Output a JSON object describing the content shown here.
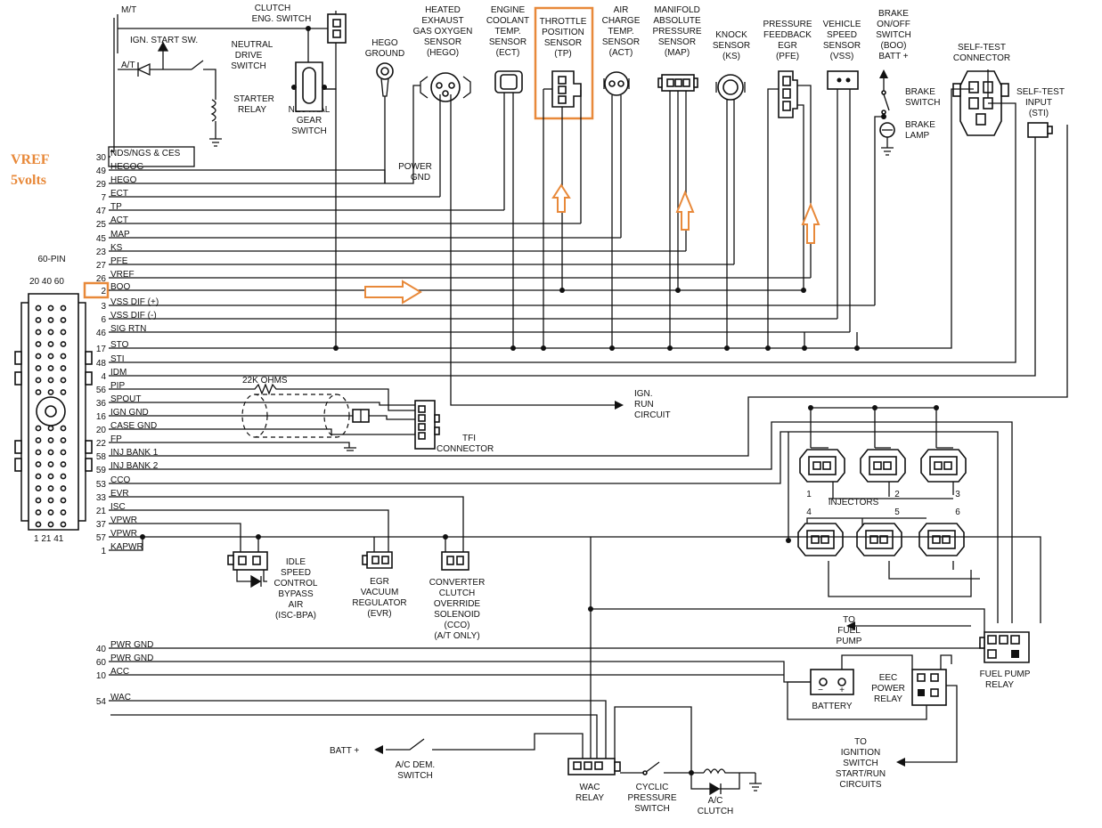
{
  "annotation": {
    "line1": "VREF",
    "line2": "5volts"
  },
  "connector": {
    "title": "60-PIN",
    "top_numbers": "20  40  60",
    "bottom_numbers": "1  21  41"
  },
  "pins": [
    {
      "num": "30",
      "label": "NDS/NGS & CES"
    },
    {
      "num": "49",
      "label": "HEGOG"
    },
    {
      "num": "29",
      "label": "HEGO"
    },
    {
      "num": "7",
      "label": "ECT"
    },
    {
      "num": "47",
      "label": "TP"
    },
    {
      "num": "25",
      "label": "ACT"
    },
    {
      "num": "45",
      "label": "MAP"
    },
    {
      "num": "23",
      "label": "KS"
    },
    {
      "num": "27",
      "label": "PFE"
    },
    {
      "num": "26",
      "label": "VREF"
    },
    {
      "num": "2",
      "label": "BOO"
    },
    {
      "num": "3",
      "label": "VSS DIF (+)"
    },
    {
      "num": "6",
      "label": "VSS DIF (-)"
    },
    {
      "num": "46",
      "label": "SIG RTN"
    },
    {
      "num": "17",
      "label": "STO"
    },
    {
      "num": "48",
      "label": "STI"
    },
    {
      "num": "4",
      "label": "IDM"
    },
    {
      "num": "56",
      "label": "PIP"
    },
    {
      "num": "36",
      "label": "SPOUT"
    },
    {
      "num": "16",
      "label": "IGN GND"
    },
    {
      "num": "20",
      "label": "CASE GND"
    },
    {
      "num": "22",
      "label": "FP"
    },
    {
      "num": "58",
      "label": "INJ BANK 1"
    },
    {
      "num": "59",
      "label": "INJ BANK 2"
    },
    {
      "num": "53",
      "label": "CCO"
    },
    {
      "num": "33",
      "label": "EVR"
    },
    {
      "num": "21",
      "label": "ISC"
    },
    {
      "num": "37",
      "label": "VPWR"
    },
    {
      "num": "57",
      "label": "VPWR"
    },
    {
      "num": "1",
      "label": "KAPWR"
    },
    {
      "num": "40",
      "label": "PWR GND"
    },
    {
      "num": "60",
      "label": "PWR GND"
    },
    {
      "num": "10",
      "label": "ACC"
    },
    {
      "num": "54",
      "label": "WAC"
    }
  ],
  "labels": {
    "mt": "M/T",
    "at": "A/T",
    "clutch1": "CLUTCH",
    "clutch2": "ENG. SWITCH",
    "ign_start": "IGN. START SW.",
    "neutral1": "NEUTRAL",
    "neutral2": "DRIVE",
    "neutral3": "SWITCH",
    "starter1": "STARTER",
    "starter2": "RELAY",
    "ngs1": "NEUTRAL",
    "ngs2": "GEAR",
    "ngs3": "SWITCH",
    "hegogr1": "HEGO",
    "hegogr2": "GROUND",
    "hego1": "HEATED",
    "hego2": "EXHAUST",
    "hego3": "GAS OXYGEN",
    "hego4": "SENSOR",
    "hego5": "(HEGO)",
    "pwrgnd1": "POWER",
    "pwrgnd2": "GND",
    "ect1": "ENGINE",
    "ect2": "COOLANT",
    "ect3": "TEMP.",
    "ect4": "SENSOR",
    "ect5": "(ECT)",
    "tp1": "THROTTLE",
    "tp2": "POSITION",
    "tp3": "SENSOR",
    "tp4": "(TP)",
    "act1": "AIR",
    "act2": "CHARGE",
    "act3": "TEMP.",
    "act4": "SENSOR",
    "act5": "(ACT)",
    "map1": "MANIFOLD",
    "map2": "ABSOLUTE",
    "map3": "PRESSURE",
    "map4": "SENSOR",
    "map5": "(MAP)",
    "ks1": "KNOCK",
    "ks2": "SENSOR",
    "ks3": "(KS)",
    "pfe1": "PRESSURE",
    "pfe2": "FEEDBACK",
    "pfe3": "EGR",
    "pfe4": "(PFE)",
    "vss1": "VEHICLE",
    "vss2": "SPEED",
    "vss3": "SENSOR",
    "vss4": "(VSS)",
    "boo1": "BRAKE",
    "boo2": "ON/OFF",
    "boo3": "SWITCH",
    "boo4": "(BOO)",
    "boo5": "BATT +",
    "bsw1": "BRAKE",
    "bsw2": "SWITCH",
    "blamp1": "BRAKE",
    "blamp2": "LAMP",
    "stc1": "SELF-TEST",
    "stc2": "CONNECTOR",
    "sti1": "SELF-TEST",
    "sti2": "INPUT",
    "sti3": "(STI)",
    "ohms": "22K OHMS",
    "ignrun1": "IGN.",
    "ignrun2": "RUN",
    "ignrun3": "CIRCUIT",
    "tfi1": "TFI",
    "tfi2": "CONNECTOR",
    "inj": "INJECTORS",
    "inj_n1": "1",
    "inj_n2": "2",
    "inj_n3": "3",
    "inj_n4": "4",
    "inj_n5": "5",
    "inj_n6": "6",
    "isc1": "IDLE",
    "isc2": "SPEED",
    "isc3": "CONTROL",
    "isc4": "BYPASS",
    "isc5": "AIR",
    "isc6": "(ISC-BPA)",
    "evr1": "EGR",
    "evr2": "VACUUM",
    "evr3": "REGULATOR",
    "evr4": "(EVR)",
    "cco1": "CONVERTER",
    "cco2": "CLUTCH",
    "cco3": "OVERRIDE",
    "cco4": "SOLENOID",
    "cco5": "(CCO)",
    "cco6": "(A/T ONLY)",
    "tofp1": "TO",
    "tofp2": "FUEL",
    "tofp3": "PUMP",
    "battery": "BATTERY",
    "bat_minus": "−",
    "bat_plus": "+",
    "eec1": "EEC",
    "eec2": "POWER",
    "eec3": "RELAY",
    "fpr1": "FUEL PUMP",
    "fpr2": "RELAY",
    "toign1": "TO",
    "toign2": "IGNITION",
    "toign3": "SWITCH",
    "toign4": "START/RUN",
    "toign5": "CIRCUITS",
    "batt": "BATT +",
    "acdem1": "A/C DEM.",
    "acdem2": "SWITCH",
    "wac1": "WAC",
    "wac2": "RELAY",
    "cps1": "CYCLIC",
    "cps2": "PRESSURE",
    "cps3": "SWITCH",
    "acc1": "A/C",
    "acc2": "CLUTCH"
  }
}
